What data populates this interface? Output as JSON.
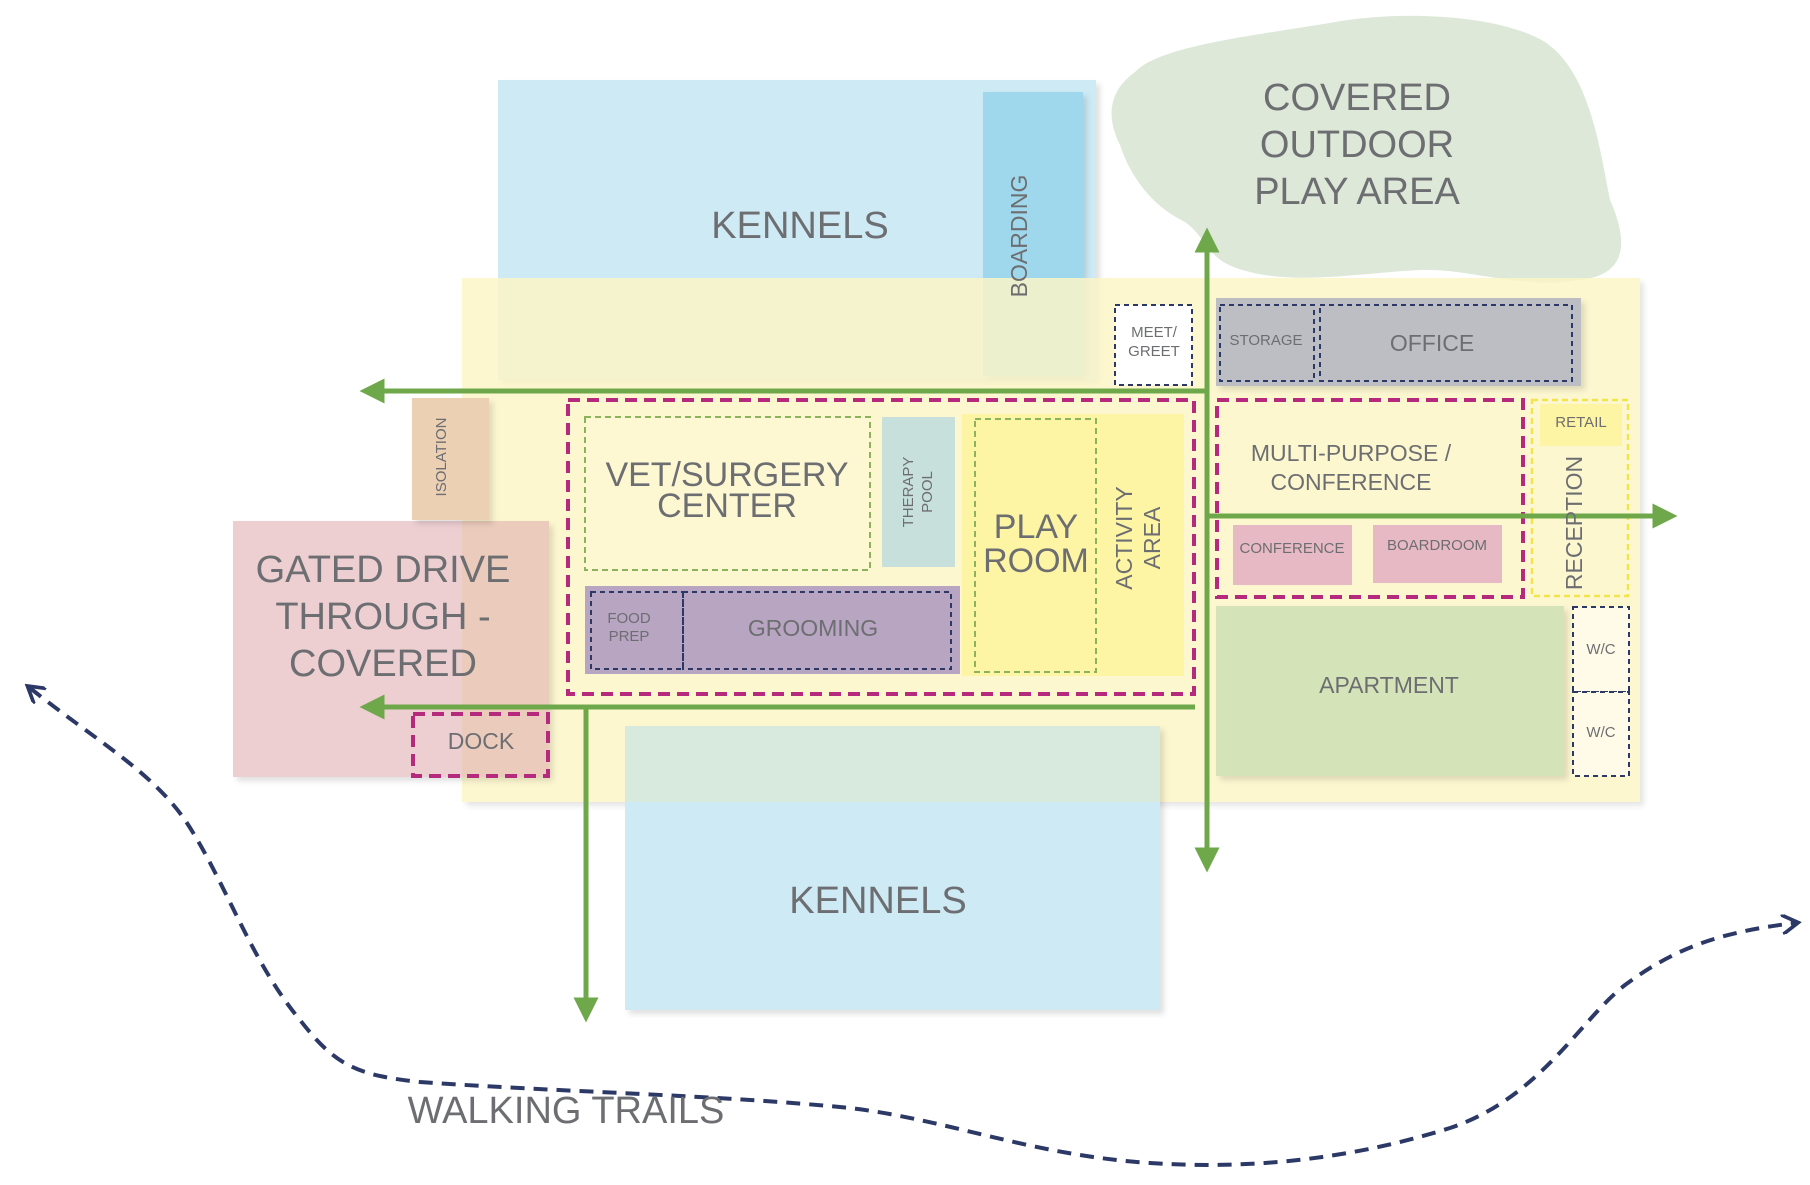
{
  "labels": {
    "kennels_top": "KENNELS",
    "boarding": "BOARDING",
    "outdoor_line1": "COVERED",
    "outdoor_line2": "OUTDOOR",
    "outdoor_line3": "PLAY AREA",
    "meet_line1": "MEET/",
    "meet_line2": "GREET",
    "storage": "STORAGE",
    "office": "OFFICE",
    "isolation": "ISOLATION",
    "vet_line1": "VET/SURGERY",
    "vet_line2": "CENTER",
    "therapy_line1": "THERAPY",
    "therapy_line2": "POOL",
    "play_line1": "PLAY",
    "play_line2": "ROOM",
    "activity_line1": "ACTIVITY",
    "activity_line2": "AREA",
    "multi_line1": "MULTI-PURPOSE /",
    "multi_line2": "CONFERENCE",
    "conference": "CONFERENCE",
    "boardroom": "BOARDROOM",
    "retail": "RETAIL",
    "reception": "RECEPTION",
    "gated_line1": "GATED DRIVE",
    "gated_line2": "THROUGH -",
    "gated_line3": "COVERED",
    "food_line1": "FOOD",
    "food_line2": "PREP",
    "grooming": "GROOMING",
    "apartment": "APARTMENT",
    "wc_1": "W/C",
    "wc_2": "W/C",
    "dock": "DOCK",
    "kennels_bottom": "KENNELS",
    "walking_trails": "WALKING TRAILS"
  },
  "colors": {
    "site": "#fdf6c6",
    "kennels": "#cdeaf5",
    "boarding": "#9fd8ec",
    "outdoor": "#dde8d8",
    "office": "#bdbdc4",
    "isolation": "#ecd0b4",
    "gated": "#edcfd2",
    "grooming": "#b7a5c2",
    "therapy": "#c7e0dc",
    "play": "#fef5a4",
    "conference_rooms": "#e7b9c5",
    "apartment": "#d5e3b8",
    "circulation_arrow": "#6ea84a",
    "trail": "#2c3966",
    "magenta_dash": "#b52a7c",
    "navy_dash": "#2c3966",
    "green_dash": "#8bb35d",
    "yellow_dash": "#f2e54b",
    "text": "#6d6e71"
  }
}
